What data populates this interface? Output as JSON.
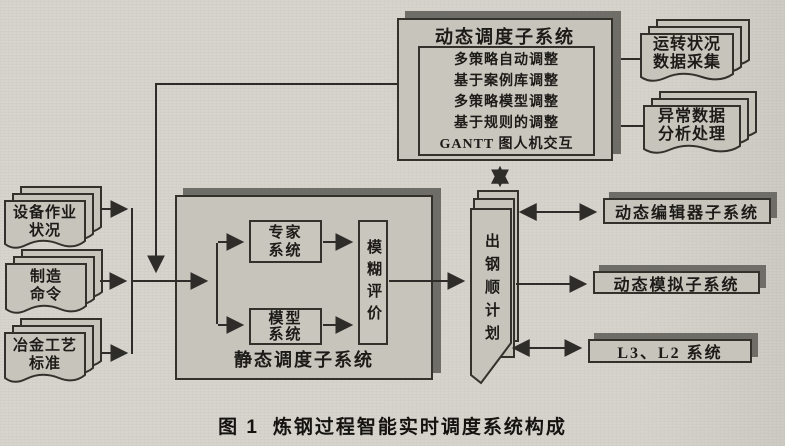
{
  "figure": {
    "caption_label": "图 1",
    "caption_title": "炼钢过程智能实时调度系统构成"
  },
  "dynamic_subsystem": {
    "title": "动态调度子系统",
    "items": [
      "多策略自动调整",
      "基于案例库调整",
      "多策略模型调整",
      "基于规则的调整",
      "GANTT 图人机交互"
    ]
  },
  "static_subsystem": {
    "title": "静态调度子系统",
    "expert_line1": "专家",
    "expert_line2": "系统",
    "model_line1": "模型",
    "model_line2": "系统",
    "fuzzy": "模糊评价"
  },
  "inputs": {
    "equipment_line1": "设备作业",
    "equipment_line2": "状况",
    "orders_line1": "制造",
    "orders_line2": "命令",
    "standards_line1": "冶金工艺",
    "standards_line2": "标准"
  },
  "collectors": {
    "operating_line1": "运转状况",
    "operating_line2": "数据采集",
    "abnormal_line1": "异常数据",
    "abnormal_line2": "分析处理"
  },
  "plan": {
    "label": "出钢顺计划"
  },
  "outputs": {
    "editor": "动态编辑器子系统",
    "simulator": "动态模拟子系统",
    "l3l2": "L3、L2 系统"
  },
  "colors": {
    "paper": "#d5d2cb",
    "panel": "#c7c4bc",
    "shadow": "#6f6d68",
    "line": "#2f2d29",
    "text": "#1c1b18"
  }
}
